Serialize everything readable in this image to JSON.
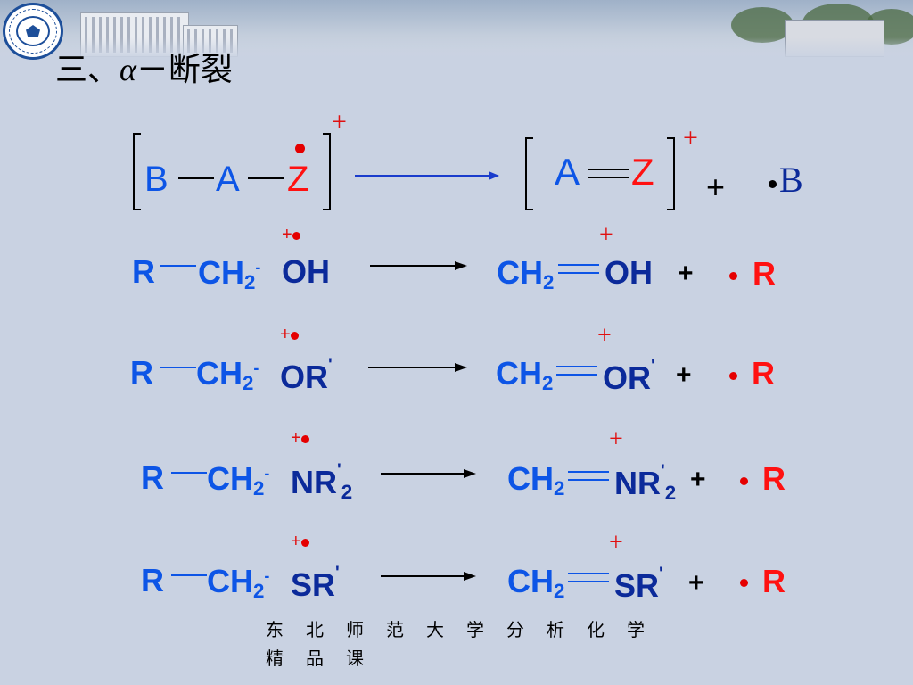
{
  "title": {
    "prefix": "三、",
    "alpha": "α",
    "suffix": "－断裂"
  },
  "general": {
    "B": "B",
    "A": "A",
    "Z": "Z",
    "charge": "+",
    "plus": "+"
  },
  "rows": [
    {
      "r": "R",
      "ch": "CH",
      "sub": "2",
      "hetero": "OH",
      "prime": "",
      "tail": "",
      "charge": "+",
      "r_product": "R"
    },
    {
      "r": "R",
      "ch": "CH",
      "sub": "2",
      "hetero": "OR",
      "prime": "'",
      "tail": "",
      "charge": "+",
      "r_product": "R"
    },
    {
      "r": "R",
      "ch": "CH",
      "sub": "2",
      "hetero": "NR",
      "prime": "'",
      "tail": "2",
      "charge": "+",
      "r_product": "R"
    },
    {
      "r": "R",
      "ch": "CH",
      "sub": "2",
      "hetero": "SR",
      "prime": "'",
      "tail": "",
      "charge": "+",
      "r_product": "R"
    }
  ],
  "footer": {
    "line1": "东北师范大学分析化学",
    "line2": "精品课"
  },
  "colors": {
    "blue": "#0d55e6",
    "red": "#ff1111",
    "arrow_blue": "#1a3ccc",
    "background": "#c9d2e2"
  }
}
